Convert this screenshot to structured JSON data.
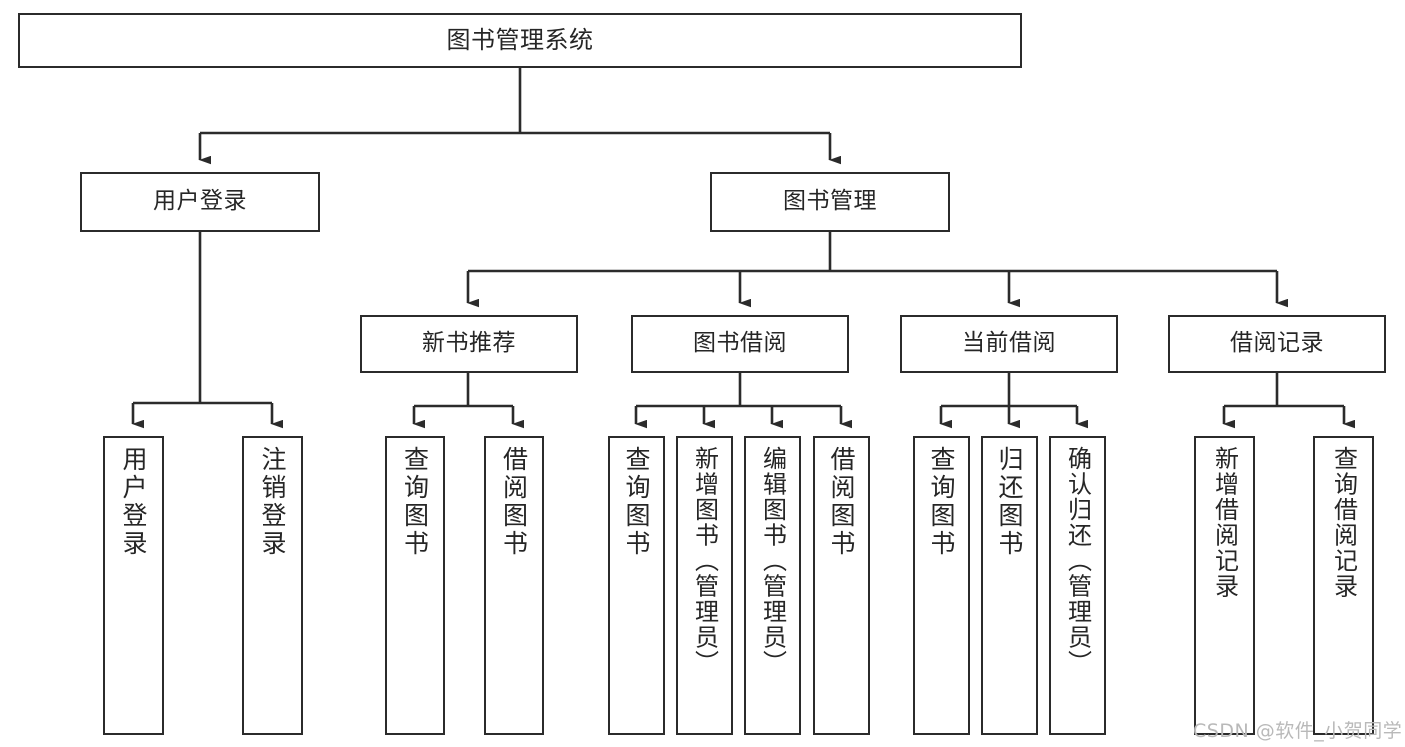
{
  "diagram": {
    "title": "图书管理系统",
    "type": "tree-hierarchy-diagram",
    "watermark": "CSDN @软件_小贺同学",
    "colors": {
      "background": "#ffffff",
      "box_border": "#2b2b2b",
      "box_fill": "#ffffff",
      "text": "#262626",
      "connector": "#2b2b2b",
      "watermark": "#b9b9b9"
    },
    "nodes": {
      "root": {
        "label": "图书管理系统"
      },
      "level2": [
        {
          "id": "user-login",
          "label": "用户登录"
        },
        {
          "id": "book-management",
          "label": "图书管理"
        }
      ],
      "level3": [
        {
          "id": "new-book-recommend",
          "label": "新书推荐"
        },
        {
          "id": "book-borrow",
          "label": "图书借阅"
        },
        {
          "id": "current-borrow",
          "label": "当前借阅"
        },
        {
          "id": "borrow-record",
          "label": "借阅记录"
        }
      ],
      "leaves": {
        "user_login": [
          {
            "id": "leaf-user-login",
            "label": "用户登录"
          },
          {
            "id": "leaf-logout-login",
            "label": "注销登录"
          }
        ],
        "new_book_recommend": [
          {
            "id": "leaf-query-book-1",
            "label": "查询图书"
          },
          {
            "id": "leaf-borrow-book-1",
            "label": "借阅图书"
          }
        ],
        "book_borrow": [
          {
            "id": "leaf-query-book-2",
            "label": "查询图书"
          },
          {
            "id": "leaf-add-book",
            "label": "新增图书（管理员）"
          },
          {
            "id": "leaf-edit-book",
            "label": "编辑图书（管理员）"
          },
          {
            "id": "leaf-borrow-book-2",
            "label": "借阅图书"
          }
        ],
        "current_borrow": [
          {
            "id": "leaf-query-book-3",
            "label": "查询图书"
          },
          {
            "id": "leaf-return-book",
            "label": "归还图书"
          },
          {
            "id": "leaf-confirm-return",
            "label": "确认归还（管理员）"
          }
        ],
        "borrow_record": [
          {
            "id": "leaf-add-record",
            "label": "新增借阅记录"
          },
          {
            "id": "leaf-query-record",
            "label": "查询借阅记录"
          }
        ]
      }
    }
  }
}
